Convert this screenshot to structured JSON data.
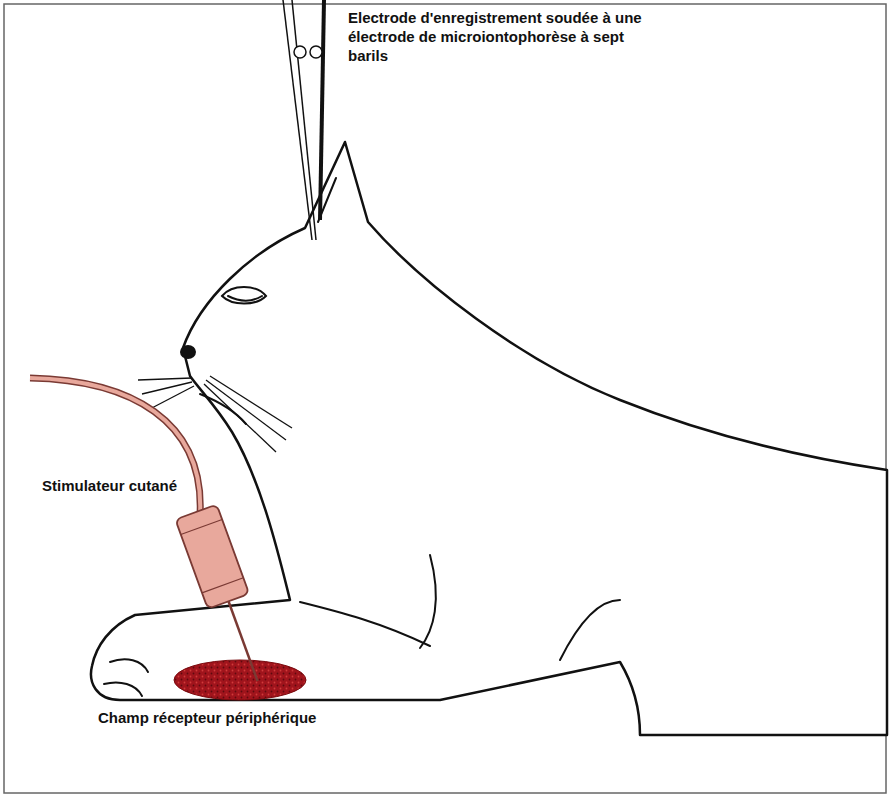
{
  "diagram": {
    "labels": [
      "Electrode d'enregistrement soudée à une électrode de microiontophorèse à sept barils",
      "Stimulateur cutané",
      "Champ récepteur périphérique"
    ]
  }
}
